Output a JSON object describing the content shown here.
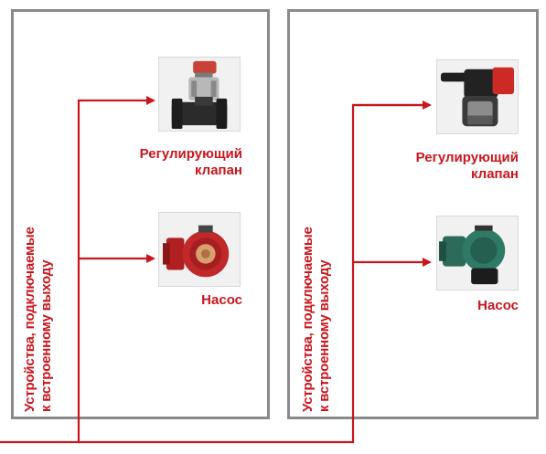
{
  "left_panel": {
    "vertical_label": {
      "line1": "Устройства, подключаемые",
      "line2": "к встроенному выходу"
    },
    "device_top": {
      "caption_line1": "Регулирующий",
      "caption_line2": "клапан",
      "icon": "control-valve-icon"
    },
    "device_bottom": {
      "caption": "Насос",
      "icon": "pump-icon"
    }
  },
  "right_panel": {
    "vertical_label": {
      "line1": "Устройства, подключаемые",
      "line2": "к встроенному выходу"
    },
    "device_top": {
      "caption_line1": "Регулирующий",
      "caption_line2": "клапан",
      "icon": "actuator-valve-icon"
    },
    "device_bottom": {
      "caption": "Насос",
      "icon": "circulation-pump-icon"
    }
  },
  "colors": {
    "accent_red": "#c8161d",
    "border_gray": "#8a8a8a"
  }
}
